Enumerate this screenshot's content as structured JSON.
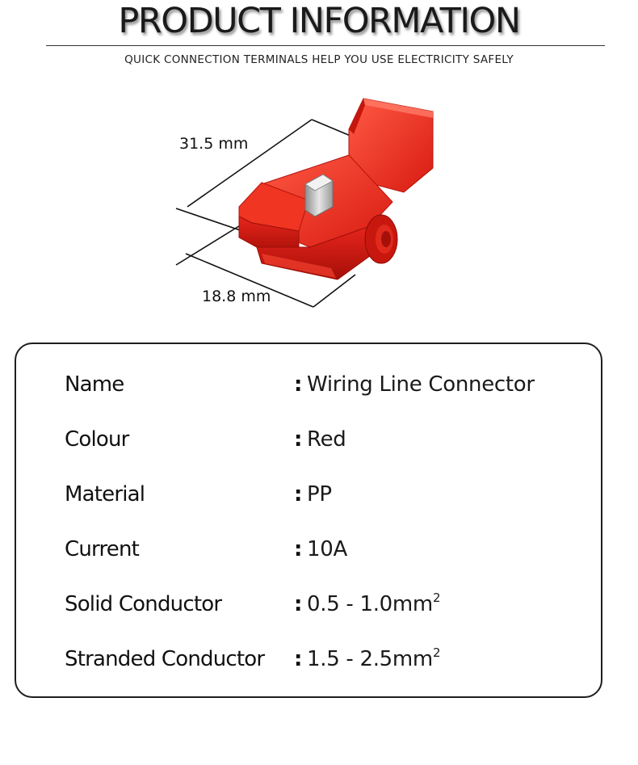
{
  "header": {
    "title": "PRODUCT INFORMATION",
    "subtitle": "QUICK CONNECTION TERMINALS HELP YOU USE ELECTRICITY SAFELY"
  },
  "figure": {
    "dimension_length": "31.5 mm",
    "dimension_width": "18.8 mm",
    "product_color": "#e8251c"
  },
  "specs": {
    "name": {
      "label": "Name",
      "value": "Wiring Line Connector",
      "sup": ""
    },
    "colour": {
      "label": "Colour",
      "value": "Red",
      "sup": ""
    },
    "material": {
      "label": "Material",
      "value": "PP",
      "sup": ""
    },
    "current": {
      "label": "Current",
      "value": "10A",
      "sup": ""
    },
    "solid_conductor": {
      "label": "Solid Conductor",
      "value": "0.5 - 1.0mm",
      "sup": "2"
    },
    "stranded_conductor": {
      "label": "Stranded Conductor",
      "value": "1.5 - 2.5mm",
      "sup": "2"
    },
    "separator": ":"
  }
}
